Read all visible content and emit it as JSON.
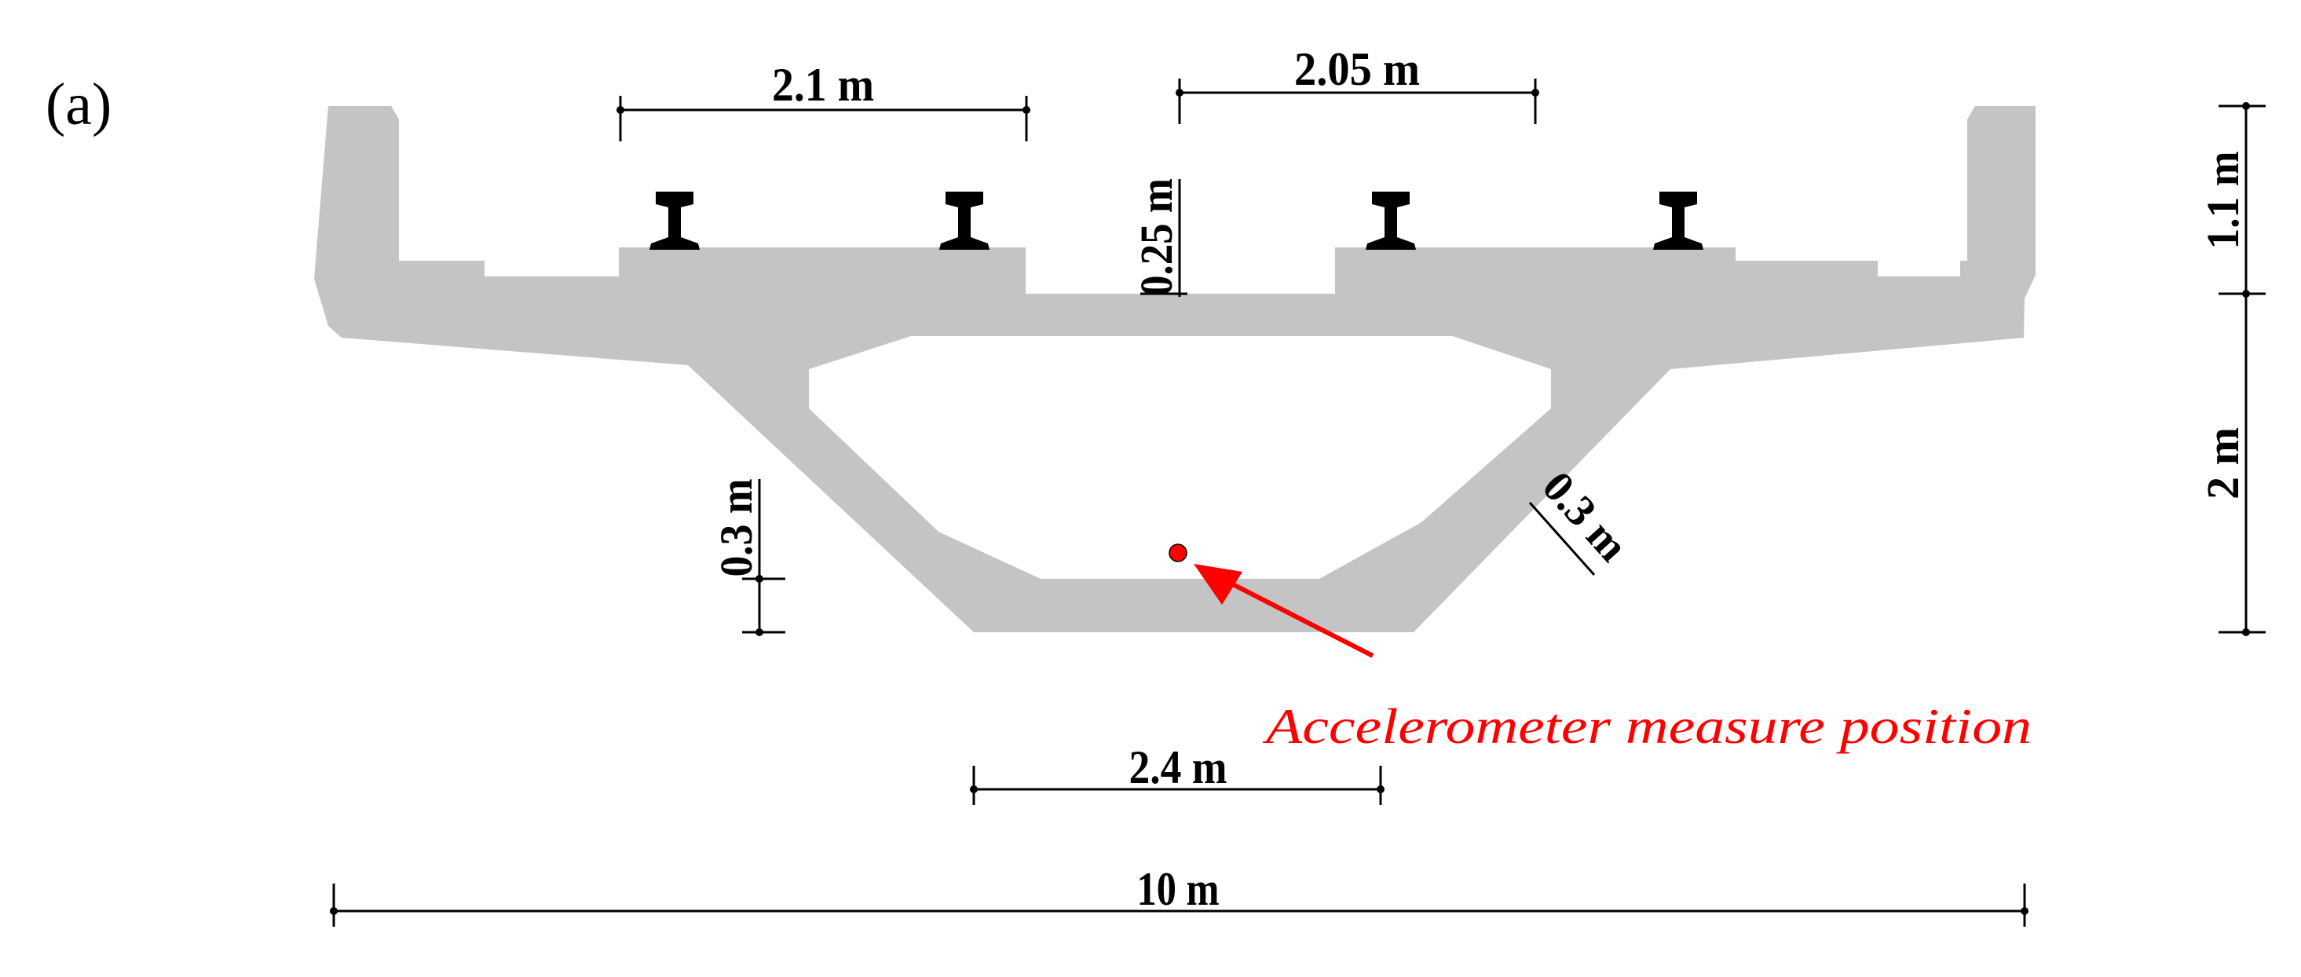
{
  "panel_label": "(a)",
  "colors": {
    "section_fill": "#c4c4c4",
    "rail": "#000000",
    "annotation": "#ff0000",
    "dimension": "#000000"
  },
  "dimensions": {
    "rail_gauge": "2.1 m",
    "track_spacing": "2.05 m",
    "deck_thickness": "0.25 m",
    "parapet_height": "1.1 m",
    "girder_depth": "2 m",
    "bottom_slab_thickness": "0.3 m",
    "web_thickness": "0.3 m",
    "bottom_width": "2.4 m",
    "total_width": "10 m"
  },
  "annotation": {
    "label": "Accelerometer measure position"
  }
}
